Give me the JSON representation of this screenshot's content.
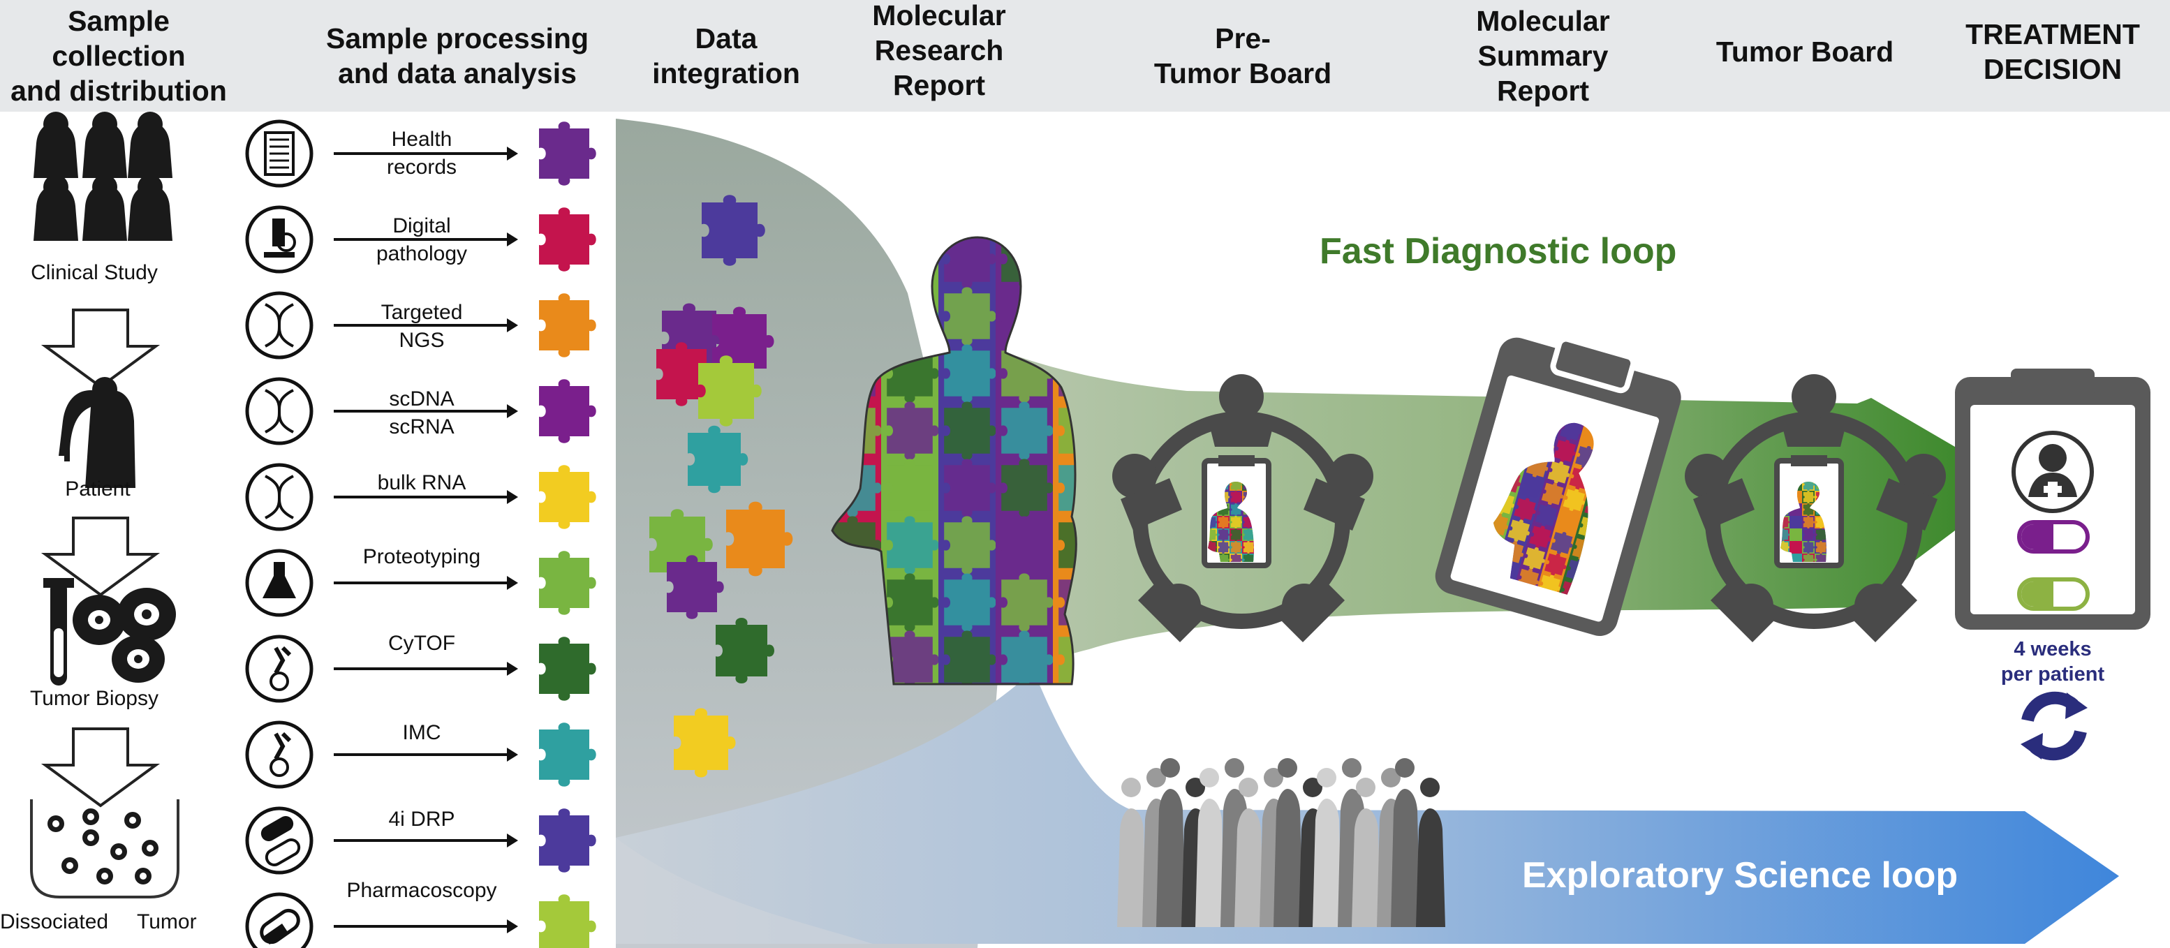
{
  "header": {
    "columns": [
      "Sample collection\nand distribution",
      "Sample processing\nand data analysis",
      "Data\nintegration",
      "Molecular\nResearch\nReport",
      "Pre-\nTumor Board",
      "Molecular\nSummary\nReport",
      "Tumor Board",
      "TREATMENT\nDECISION"
    ],
    "background": "#e6e8ea"
  },
  "sample_flow": {
    "steps": [
      "Clinical Study",
      "Patient",
      "Tumor Biopsy"
    ],
    "dissociated_label": "Dissociated",
    "tumor_label": "Tumor"
  },
  "processing": [
    {
      "label": "Health\nrecords",
      "icon": "health-records-icon",
      "puzzle_color": "#6a2a8c"
    },
    {
      "label": "Digital\npathology",
      "icon": "microscope-icon",
      "puzzle_color": "#c4144d"
    },
    {
      "label": "Targeted\nNGS",
      "icon": "dna-icon",
      "puzzle_color": "#e98a1b"
    },
    {
      "label": "scDNA\nscRNA",
      "icon": "single-cell-dna-icon",
      "puzzle_color": "#7a1f8c"
    },
    {
      "label": "bulk RNA",
      "icon": "bulk-rna-icon",
      "puzzle_color": "#f2cc21"
    },
    {
      "label": "Proteotyping",
      "icon": "flask-icon",
      "puzzle_color": "#79b541"
    },
    {
      "label": "CyTOF",
      "icon": "antibody-cell-icon",
      "puzzle_color": "#2f6b2c"
    },
    {
      "label": "IMC",
      "icon": "antibody-slide-icon",
      "puzzle_color": "#2fa0a0"
    },
    {
      "label": "4i DRP",
      "icon": "pills-icon",
      "puzzle_color": "#4c3a9c"
    },
    {
      "label": "Pharmacoscopy",
      "icon": "capsule-icon",
      "puzzle_color": "#a4c93a"
    }
  ],
  "loops": {
    "fast": "Fast Diagnostic loop",
    "exploratory": "Exploratory Science loop"
  },
  "decision": {
    "weeks": "4 weeks\nper patient",
    "pill_colors": [
      "#7a1f8c",
      "#8db243"
    ]
  },
  "colors": {
    "fast_loop": "#4e8a3a",
    "exploratory_loop": "#4a8fd8",
    "integration_funnel": "#8f9e94",
    "decision_text": "#2a2d7c"
  },
  "puzzle_palette": [
    "#c4144d",
    "#6a2a8c",
    "#f2cc21",
    "#79b541",
    "#e98a1b",
    "#2fa0a0",
    "#4c3a9c",
    "#2f6b2c"
  ]
}
